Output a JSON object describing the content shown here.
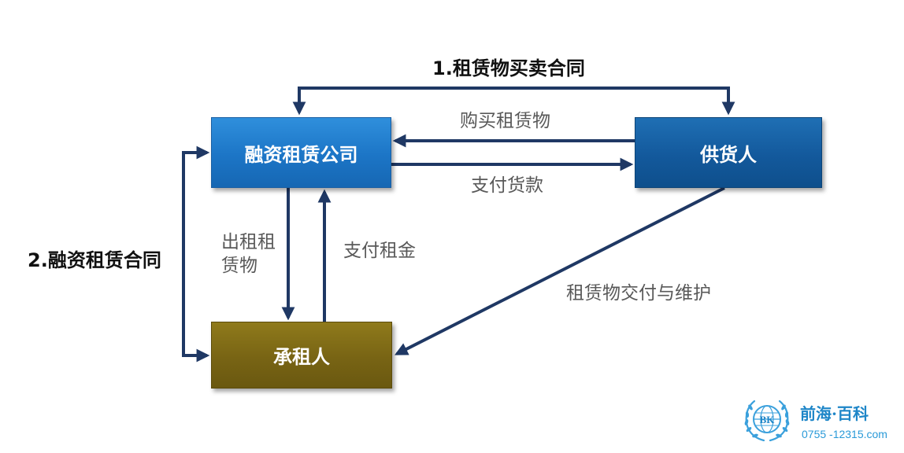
{
  "nodes": {
    "company": "融资租赁公司",
    "supplier": "供货人",
    "lessee": "承租人"
  },
  "contracts": {
    "purchase": "1.租赁物买卖合同",
    "lease": "2.融资租赁合同"
  },
  "flows": {
    "buy_goods": "购买租赁物",
    "pay_goods": "支付货款",
    "lease_goods": "出租租赁物",
    "pay_rent": "支付租金",
    "delivery": "租赁物交付与维护"
  },
  "logo": {
    "title": "前海·百科",
    "phone": "0755 -12315.com",
    "emblem_letters": "BK"
  },
  "colors": {
    "company": "#1c75c6",
    "supplier": "#13599c",
    "lessee": "#786414",
    "arrow": "#1f3864",
    "logo": "#1e86c8"
  }
}
